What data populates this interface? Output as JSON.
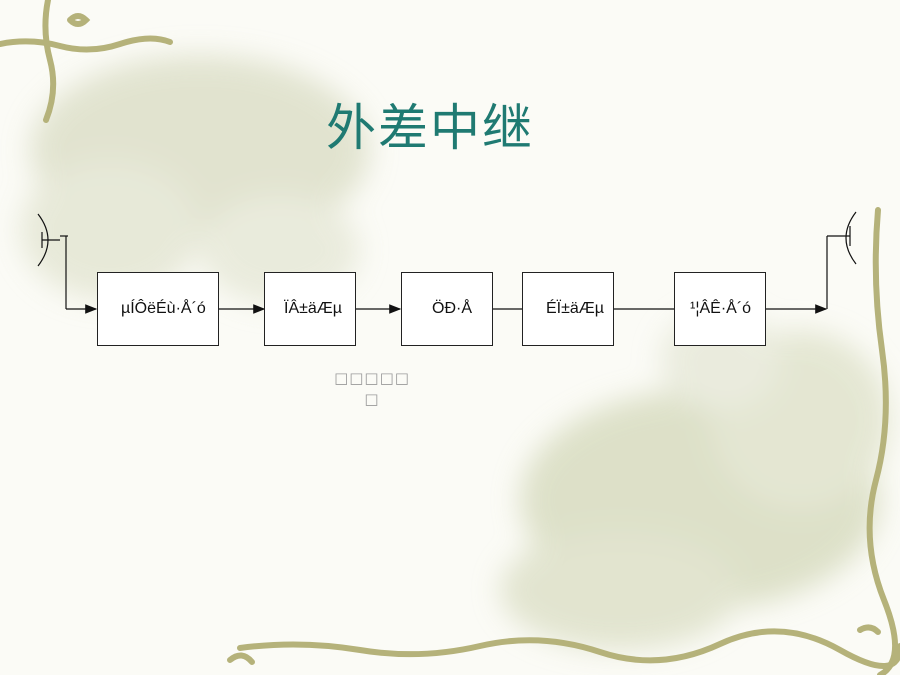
{
  "title": "外差中继",
  "diagram": {
    "blocks": [
      {
        "id": "b1",
        "label": "µÍÔëÉù·Å´ó"
      },
      {
        "id": "b2",
        "label": "ÏÂ±äÆµ"
      },
      {
        "id": "b3",
        "label": "ÖÐ·Å"
      },
      {
        "id": "b4",
        "label": "ÉÏ±äÆµ"
      },
      {
        "id": "b5",
        "label": "¹¦ÂÊ·Å´ó"
      }
    ],
    "note_lines": [
      "□□□□□",
      "□"
    ]
  },
  "colors": {
    "title": "#1f7a72",
    "vine": "#b5b27a",
    "flower": "#d8dcc4"
  }
}
